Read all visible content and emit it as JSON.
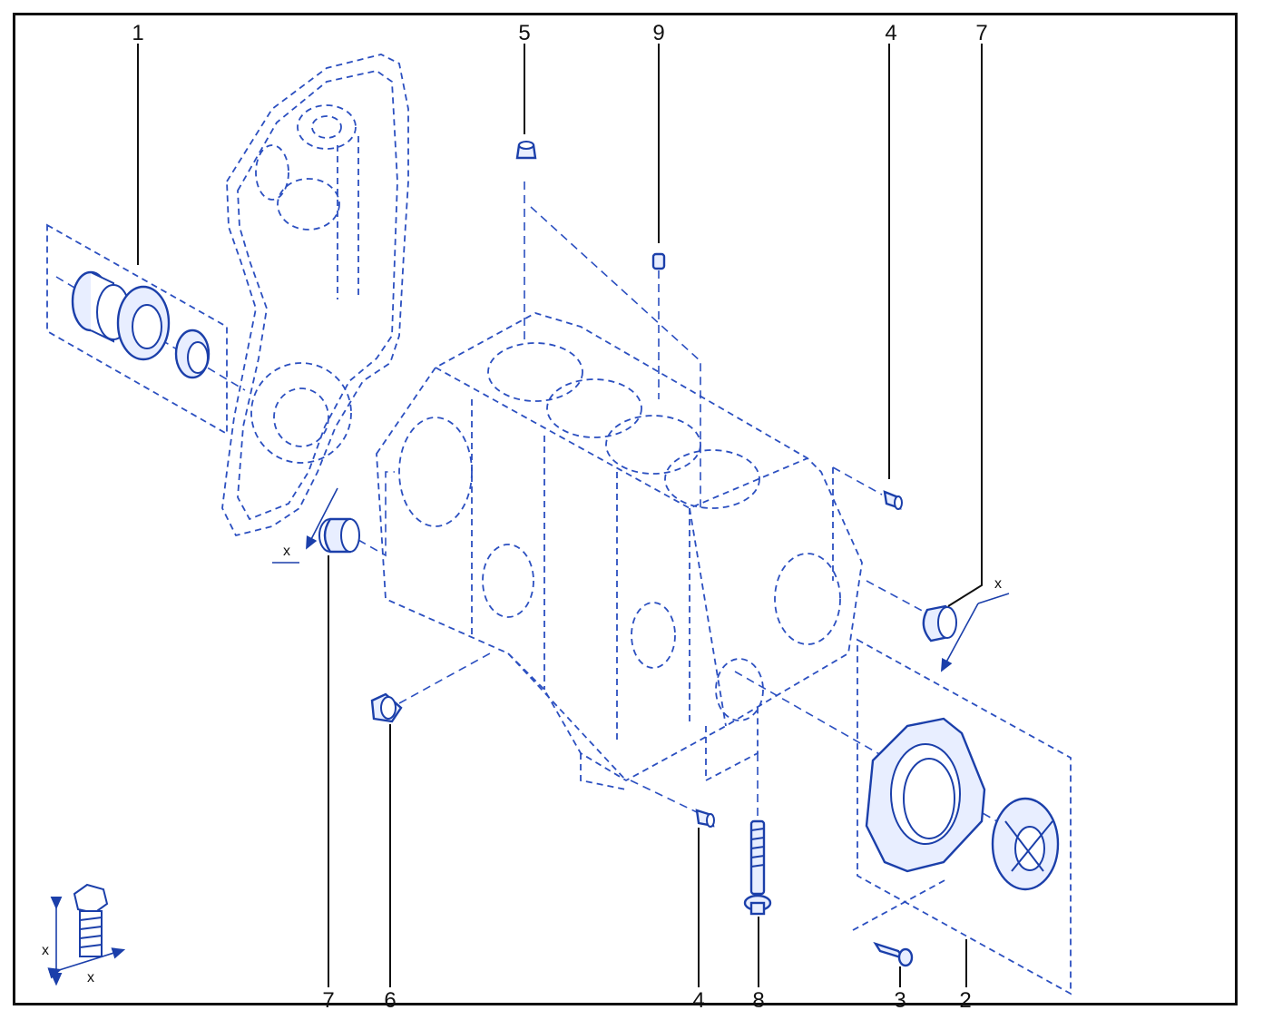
{
  "callouts": {
    "c1": "1",
    "c5": "5",
    "c9": "9",
    "c4_top": "4",
    "c7_top": "7",
    "c7_bottom": "7",
    "c6": "6",
    "c4_bottom": "4",
    "c8": "8",
    "c3": "3",
    "c2": "2"
  },
  "dimension_labels": {
    "x_left_ring": "x",
    "x_right_ring": "x",
    "x_bolt_legend_length": "x",
    "x_bolt_legend_diameter": "x"
  },
  "colors": {
    "line_art": "#1b3faa",
    "text": "#111111",
    "frame": "#111111"
  }
}
